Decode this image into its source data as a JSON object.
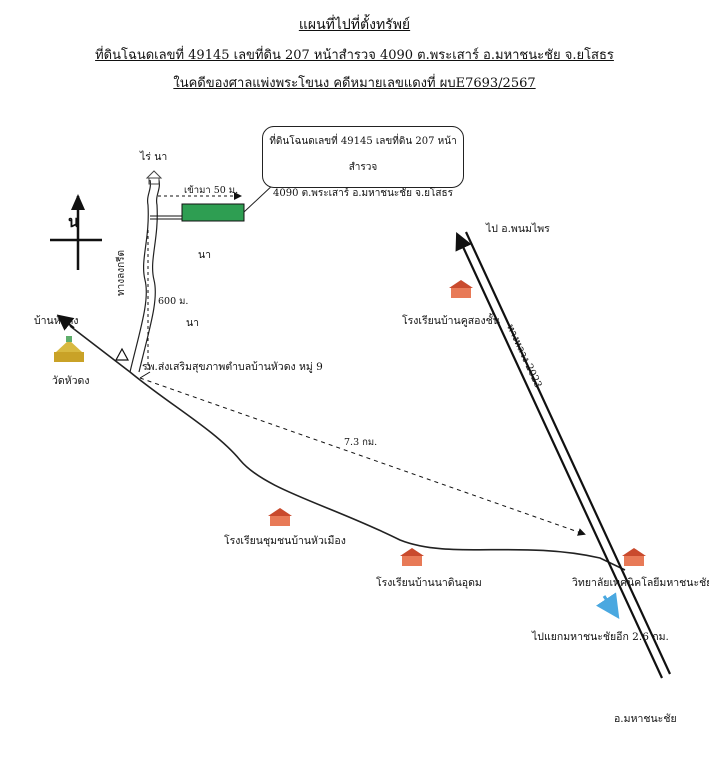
{
  "header": {
    "title": "แผนที่ไปที่ตั้งทรัพย์",
    "line2": "ที่ดินโฉนดเลขที่  49145  เลขที่ดิน 207 หน้าสำรวจ 4090  ต.พระเสาร์  อ.มหาชนะชัย  จ.ยโสธร",
    "line3": "ในคดีของศาลแพ่งพระโขนง   คดีหมายเลขแดงที่  ผบE7693/2567"
  },
  "callout": {
    "line1": "ที่ดินโฉนดเลขที่ 49145 เลขที่ดิน 207 หน้าสำรวจ",
    "line2": "4090  ต.พระเสาร์  อ.มหาชนะชัย จ.ยโสธร"
  },
  "labels": {
    "rai_na": "ไร่ นา",
    "enter_50m": "เข้ามา 50 ม.",
    "north": "น",
    "na1": "นา",
    "na2": "นา",
    "gravel_road": "ทางลงกรีต",
    "dist_600m": "600 ม.",
    "ban_hua_dong": "บ้านหัวดง",
    "wat_hua_dong": "วัดหัวดง",
    "health_center": "รพ.ส่งเสริมสุขภาพตำบลบ้านหัวดง  หมู่ 9",
    "dist_7_3km": "7.3 กม.",
    "school_hua_mueang": "โรงเรียนชุมชนบ้านหัวเมือง",
    "school_na_dindum": "โรงเรียนบ้านนาดินอุดม",
    "school_ku_song": "โรงเรียนบ้านคูสองชั้น",
    "college": "วิทยาลัยเทคนิคโลยีมหาชนะชัย",
    "to_phanom_phrai": "ไป อ.พนมไพร",
    "highway": "ทางหลวง 2023",
    "to_junction": "ไปแยกมหาชนะชัยอีก 2.6 กม.",
    "to_maha_chana_chai": "อ.มหาชนะชัย"
  },
  "colors": {
    "plot": "#2e9e52",
    "school_icon": "#d9573a",
    "temple_icon": "#c9a227",
    "blue_arrow": "#4aa8e0"
  },
  "icons": {
    "house": "house-icon",
    "school": "school-building-icon",
    "temple": "temple-icon"
  }
}
